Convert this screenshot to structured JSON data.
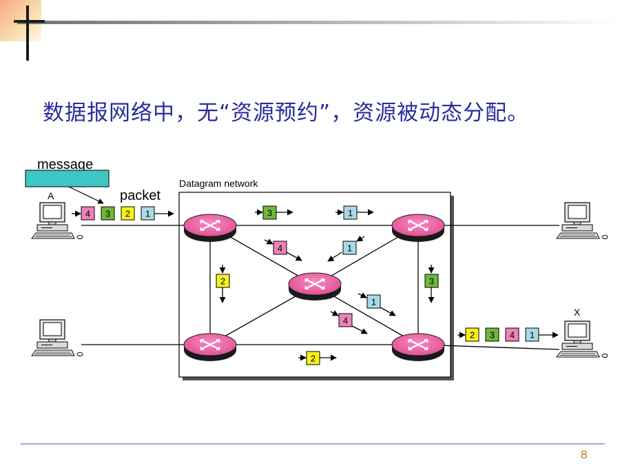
{
  "slide": {
    "title": "数据报网络中，无“资源预约”，资源被动态分配。",
    "page_number": "8"
  },
  "diagram": {
    "network_label": "Datagram network",
    "message_label": "message",
    "packet_label": "packet",
    "source_label": "A",
    "destination_label": "X",
    "packet_colors": {
      "1": "#a9d9e8",
      "2": "#f7f21c",
      "3": "#71b83a",
      "4": "#ef82b8"
    },
    "source_packets": [
      "4",
      "3",
      "2",
      "1"
    ],
    "destination_packets": [
      "2",
      "3",
      "4",
      "1"
    ],
    "in_transit": {
      "top_link_a": "3",
      "top_link_b": "1",
      "upper_left_diagonal": "4",
      "upper_right_diagonal": "1",
      "left_vertical": "2",
      "right_vertical": "3",
      "lower_right_diagonal_a": "1",
      "lower_right_diagonal_b": "4",
      "bottom_link": "2"
    },
    "accent_colors": {
      "message_box": "#3cc6c6",
      "router": "#ef6aa8",
      "title": "#2b2b9c",
      "footer_line": "#8a8ad8",
      "page_number": "#c47a1e"
    }
  }
}
